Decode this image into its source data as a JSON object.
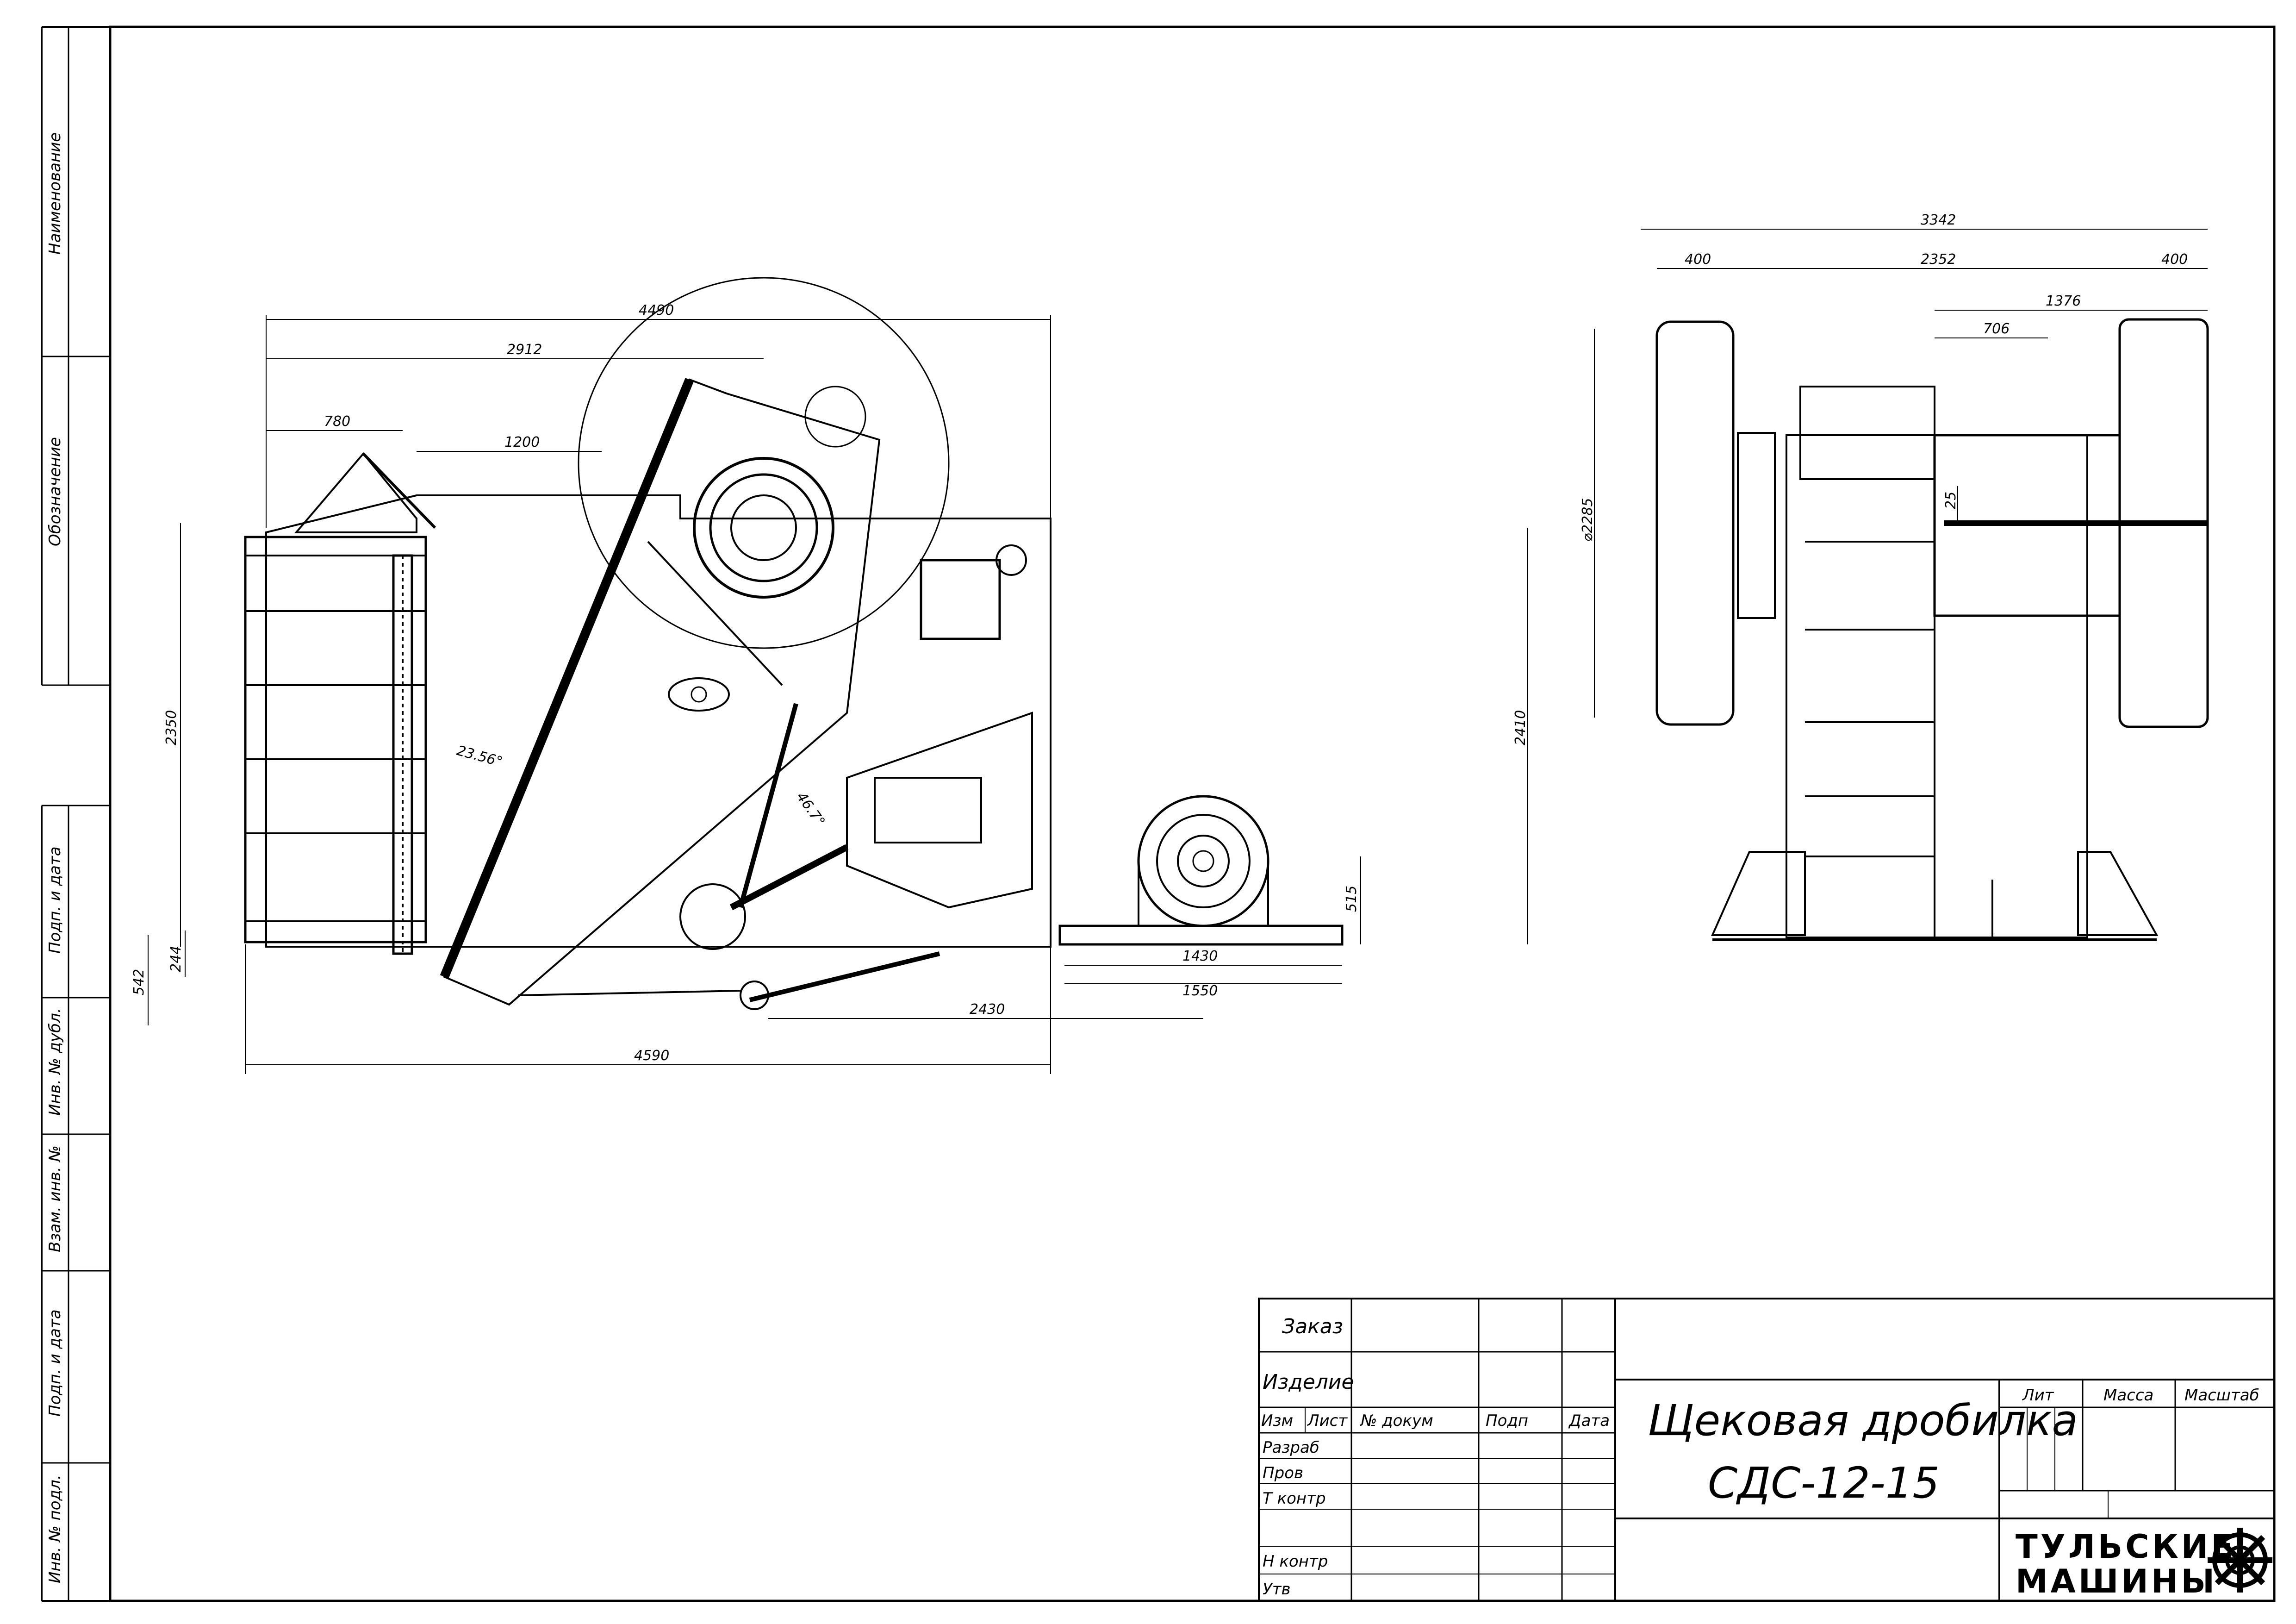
{
  "side_labels": {
    "naimenovanie": "Наименование",
    "oboznachenie": "Обозначение",
    "podp_data_1": "Подп. и дата",
    "inv_dubl": "Инв. № дубл.",
    "vzam_inv": "Взам. инв. №",
    "podp_data_2": "Подп. и дата",
    "inv_podl": "Инв. № подл."
  },
  "title_block": {
    "zakaz": "Заказ",
    "izdelie": "Изделие",
    "izm": "Изм",
    "list": "Лист",
    "n_dokum": "№ докум",
    "podp": "Подп",
    "data": "Дата",
    "razrab": "Разраб",
    "prov": "Пров",
    "t_kontr": "Т контр",
    "n_kontr": "Н контр",
    "utv": "Утв",
    "title_line1": "Щековая дробилка",
    "title_line2": "СДС-12-15",
    "lit": "Лит",
    "massa": "Масса",
    "masshtab": "Масштаб",
    "logo_line1": "ТУЛЬСКИЕ",
    "logo_line2": "МАШИНЫ"
  },
  "dimensions": {
    "front": {
      "d4490": "4490",
      "d2912": "2912",
      "d780": "780",
      "d1200": "1200",
      "d2350": "2350",
      "d244": "244",
      "d542": "542",
      "d4590": "4590",
      "d2430": "2430",
      "d1430": "1430",
      "d1550": "1550",
      "d515": "515",
      "angle1": "23.56°",
      "angle2": "46.7°"
    },
    "side": {
      "d3342": "3342",
      "d400a": "400",
      "d2352": "2352",
      "d400b": "400",
      "d1376": "1376",
      "d706": "706",
      "d2285": "⌀2285",
      "d25": "25",
      "d2410": "2410"
    }
  }
}
